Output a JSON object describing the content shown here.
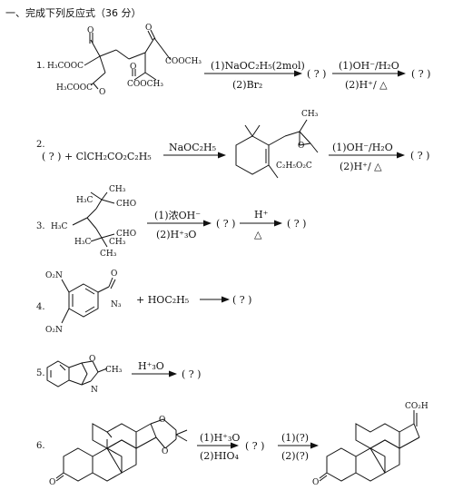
{
  "header": {
    "title": "一、完成下列反应式（36 分）"
  },
  "problems": [
    {
      "number": "1.",
      "labels": [
        "H₃COOC",
        "COOCH₃",
        "H₃COOC",
        "COOCH₃"
      ],
      "arrow1_top": "(1)NaOC₂H₅(2mol)",
      "arrow1_bottom": "(2)Br₂",
      "unknown1": "( ? )",
      "arrow2_top": "(1)OH⁻/H₂O",
      "arrow2_bottom": "(2)H⁺/ △",
      "unknown2": "( ? )"
    },
    {
      "number": "2.",
      "reactant": "( ? ) + ClCH₂CO₂C₂H₅",
      "arrow1_top": "NaOC₂H₅",
      "product_label_methyl": "CH₃",
      "product_label_ester": "C₂H₅O₂C",
      "arrow2_top": "(1)OH⁻/H₂O",
      "arrow2_bottom": "(2)H⁺/ △",
      "unknown": "( ? )"
    },
    {
      "number": "3.",
      "labels": [
        "H₃C",
        "CH₃",
        "H₃C",
        "CHO",
        "H₃C",
        "CH₃",
        "CHO",
        "CH₃"
      ],
      "arrow1_top": "(1)浓OH⁻",
      "arrow1_bottom": "(2)H⁺₃O",
      "unknown1": "( ? )",
      "arrow2_top": "H⁺",
      "arrow2_bottom": "△",
      "unknown2": "( ? )"
    },
    {
      "number": "4.",
      "labels": [
        "O₂N",
        "O₂N",
        "O",
        "N₃"
      ],
      "reagent": "+ HOC₂H₅",
      "unknown": "( ? )"
    },
    {
      "number": "5.",
      "labels": [
        "O",
        "CH₃",
        "N"
      ],
      "arrow_top": "H⁺₃O",
      "unknown": "( ? )"
    },
    {
      "number": "6.",
      "labels": [
        "O",
        "O",
        "O"
      ],
      "arrow1_top": "(1)H⁺₃O",
      "arrow1_bottom": "(2)HIO₄",
      "unknown": "( ? )",
      "arrow2_top": "(1)(?)",
      "arrow2_bottom": "(2)(?)",
      "product_labels": [
        "CO₂H",
        "O"
      ]
    }
  ]
}
